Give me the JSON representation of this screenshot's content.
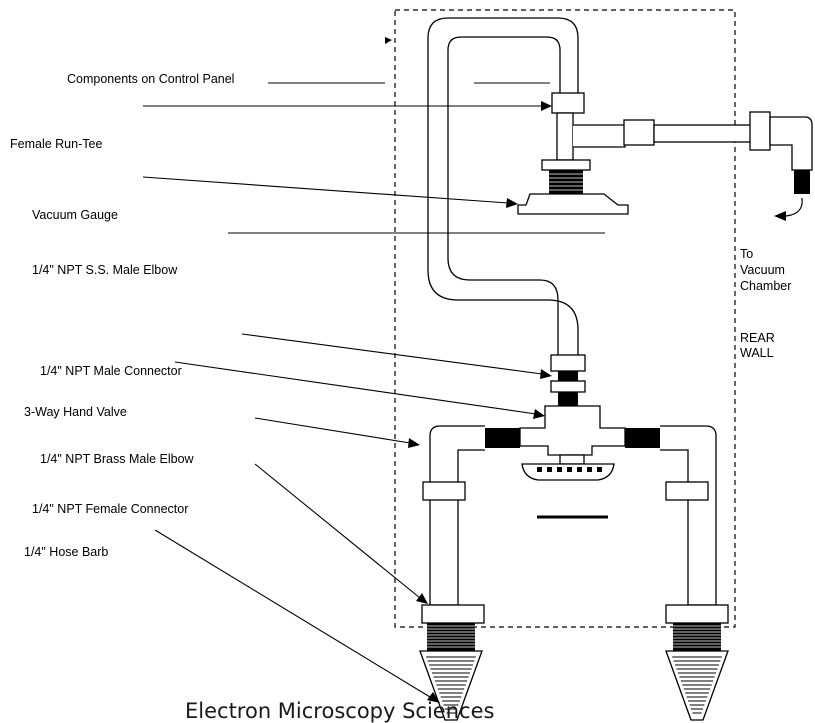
{
  "labels": {
    "components": "Components on Control Panel",
    "run_tee": "Female Run-Tee",
    "vacuum_gauge": "Vacuum Gauge",
    "ss_male_elbow": "1/4\" NPT S.S. Male Elbow",
    "male_connector": "1/4\" NPT Male Connector",
    "hand_valve": "3-Way Hand Valve",
    "brass_male_elbow": "1/4\" NPT Brass Male Elbow",
    "female_connector": "1/4\" NPT Female Connector",
    "hose_barb": "1/4\" Hose Barb",
    "to_1": "To",
    "to_2": "Vacuum",
    "to_3": "Chamber",
    "rear_1": "REAR",
    "rear_2": "WALL"
  },
  "footer": "Electron Microscopy Sciences"
}
